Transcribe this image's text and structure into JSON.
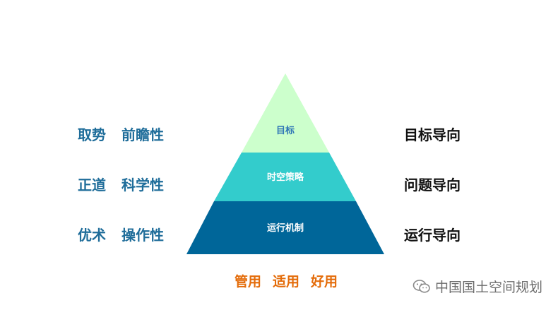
{
  "pyramid": {
    "levels": [
      {
        "label": "目标",
        "color": "#ccffcc",
        "text_color": "#2e75b6"
      },
      {
        "label": "时空策略",
        "color": "#33cccc",
        "text_color": "#ffffff"
      },
      {
        "label": "运行机制",
        "color": "#006699",
        "text_color": "#ffffff"
      }
    ]
  },
  "left_labels": [
    {
      "a": "取势",
      "b": "前瞻性"
    },
    {
      "a": "正道",
      "b": "科学性"
    },
    {
      "a": "优术",
      "b": "操作性"
    }
  ],
  "right_labels": [
    "目标导向",
    "问题导向",
    "运行导向"
  ],
  "footer": [
    "管用",
    "适用",
    "好用"
  ],
  "watermark": {
    "text": "中国国土空间规划",
    "icon": "wechat-icon"
  }
}
